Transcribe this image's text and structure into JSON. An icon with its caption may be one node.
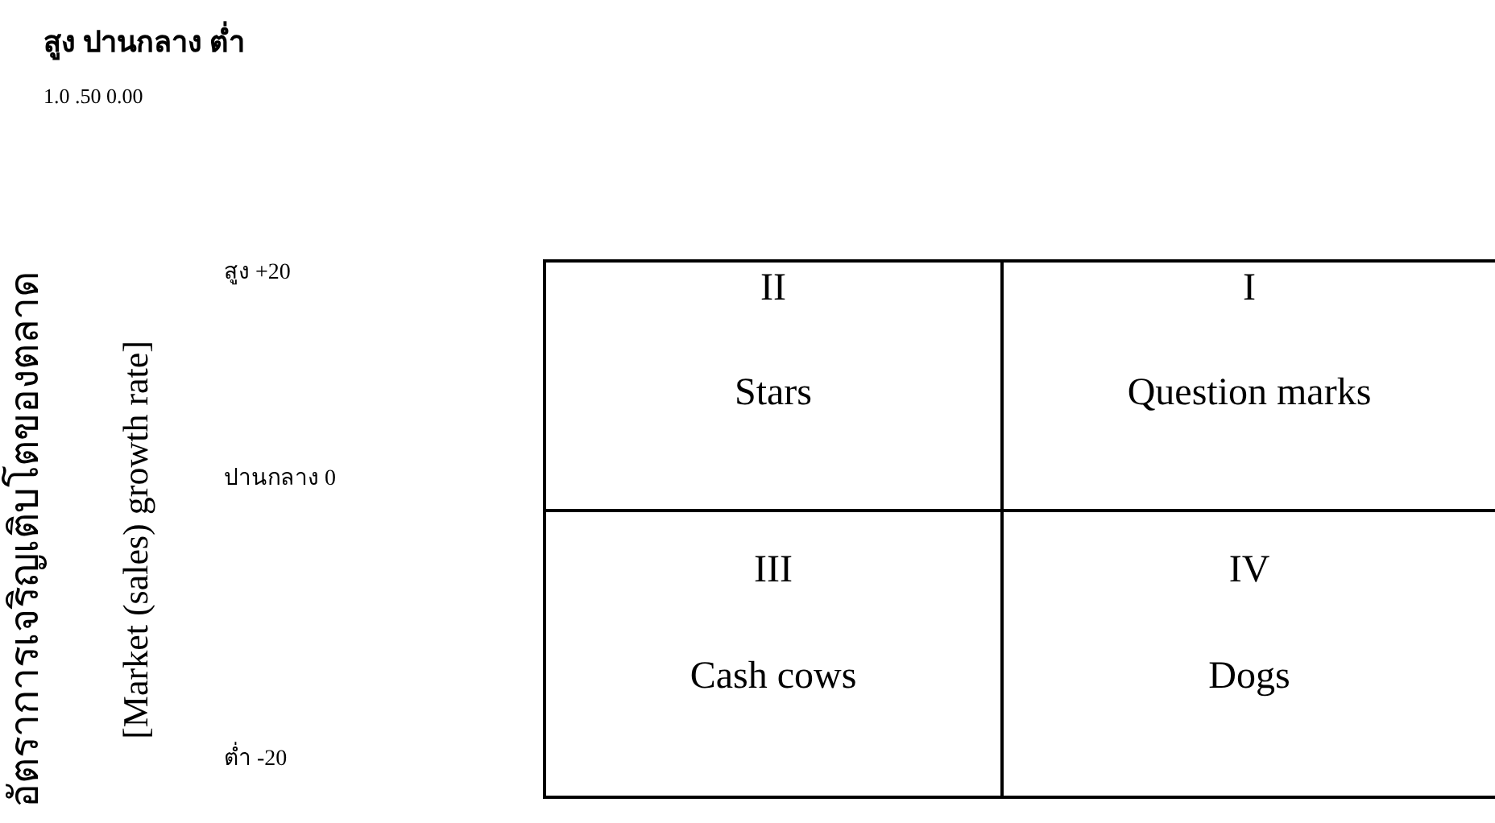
{
  "diagram": {
    "nodes": [
      {
        "text": [
          "II",
          "Stars"
        ]
      },
      {
        "text": [
          "I",
          "Question marks"
        ]
      },
      {
        "text": [
          "III",
          "Cash cows"
        ]
      },
      {
        "text": [
          "IV",
          "Dogs"
        ]
      }
    ],
    "labels": [
      "สูง ปานกลาง ต่ำ",
      "1.0 .50 0.00",
      "อัตราการเจริญเติบโตของตลาด",
      "[Market (sales) growth rate]",
      "สูง +20",
      "ปานกลาง 0",
      "ต่ำ -20"
    ]
  }
}
